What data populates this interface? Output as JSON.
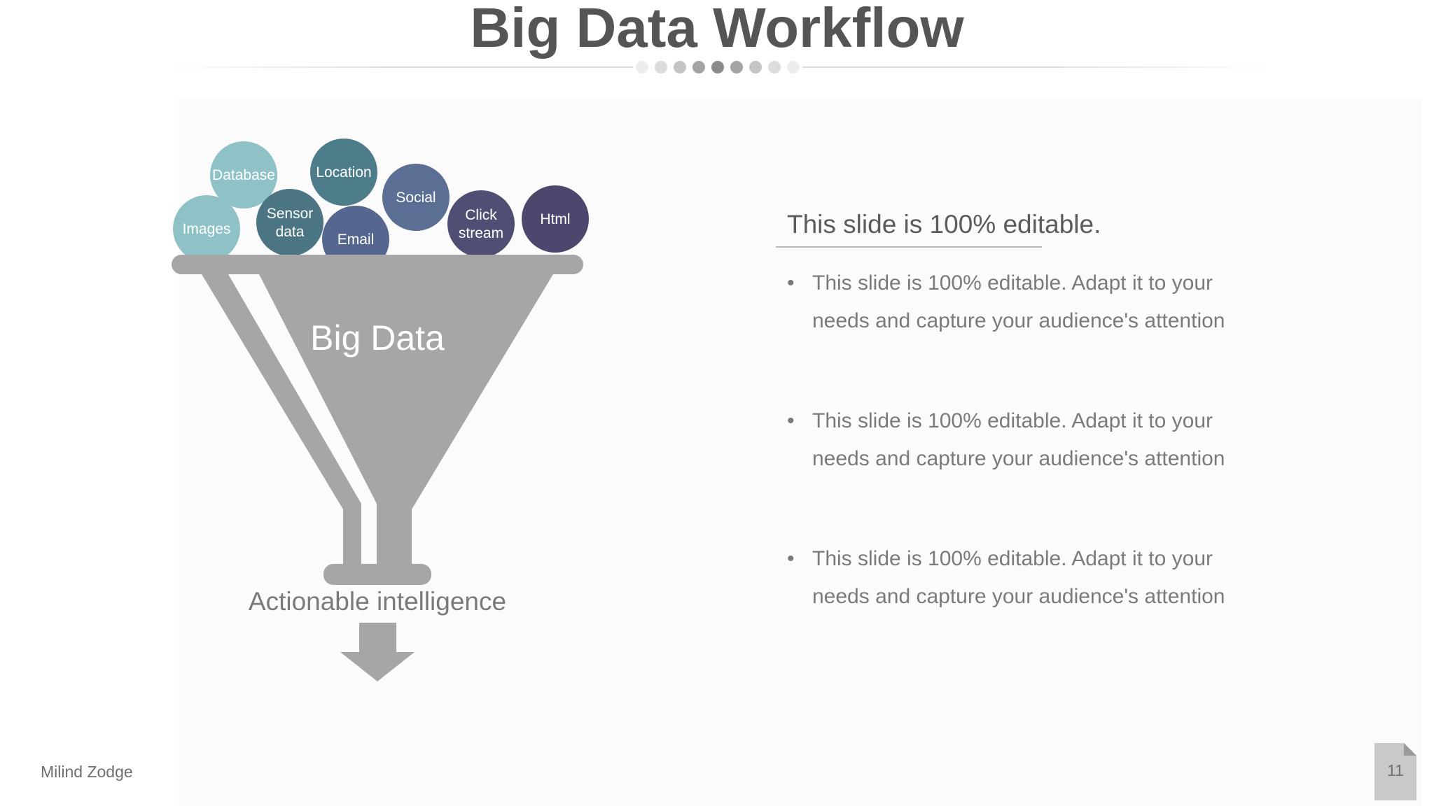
{
  "title": "Big Data Workflow",
  "funnel": {
    "label": "Big Data",
    "output_label": "Actionable intelligence",
    "color": "#a6a5a8"
  },
  "bubbles": [
    {
      "label_lines": [
        "Database"
      ],
      "color": "#8fc2c6"
    },
    {
      "label_lines": [
        "Location"
      ],
      "color": "#4d7c8a"
    },
    {
      "label_lines": [
        "Images"
      ],
      "color": "#8fc2c6"
    },
    {
      "label_lines": [
        "Sensor",
        "data"
      ],
      "color": "#4b7583"
    },
    {
      "label_lines": [
        "Social"
      ],
      "color": "#5a6f93"
    },
    {
      "label_lines": [
        "Email"
      ],
      "color": "#55678f"
    },
    {
      "label_lines": [
        "Click",
        "stream"
      ],
      "color": "#4f4f74"
    },
    {
      "label_lines": [
        "Html"
      ],
      "color": "#4b476d"
    }
  ],
  "right": {
    "heading": "This slide is 100% editable.",
    "bullets": [
      "This slide is 100% editable. Adapt it to your needs and capture your audience's attention",
      "This slide is 100% editable. Adapt it to your needs and capture your audience's attention",
      "This slide is 100% editable. Adapt it to your needs and capture your audience's attention"
    ],
    "bullet_glyph": "•"
  },
  "footer": {
    "author": "Milind Zodge",
    "page_number": "11"
  },
  "decor": {
    "dot_colors": [
      "#ececec",
      "#dcdcdc",
      "#c4c4c4",
      "#a3a3a3",
      "#8a8a8a",
      "#a3a3a3",
      "#c4c4c4",
      "#dcdcdc",
      "#ececec"
    ]
  }
}
